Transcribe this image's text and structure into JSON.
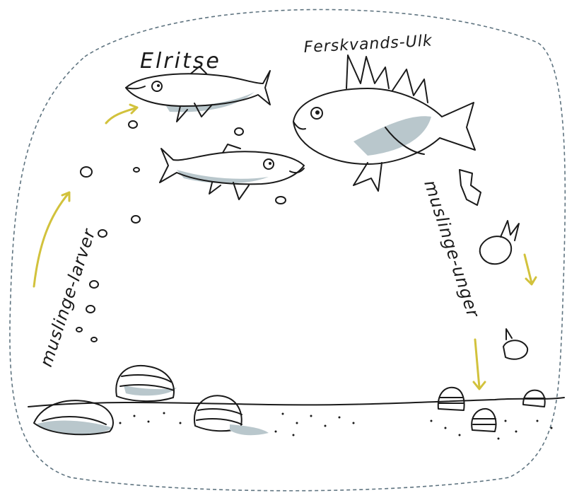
{
  "labels": {
    "fish_small": "Elritse",
    "fish_large": "Ferskvands-Ulk",
    "larvae": "muslinge-larver",
    "juveniles": "muslinge-unger"
  },
  "colors": {
    "ink": "#1a1a1a",
    "shade": "#b9c7cc",
    "arrow": "#d2c23c",
    "border": "#5f7480"
  }
}
